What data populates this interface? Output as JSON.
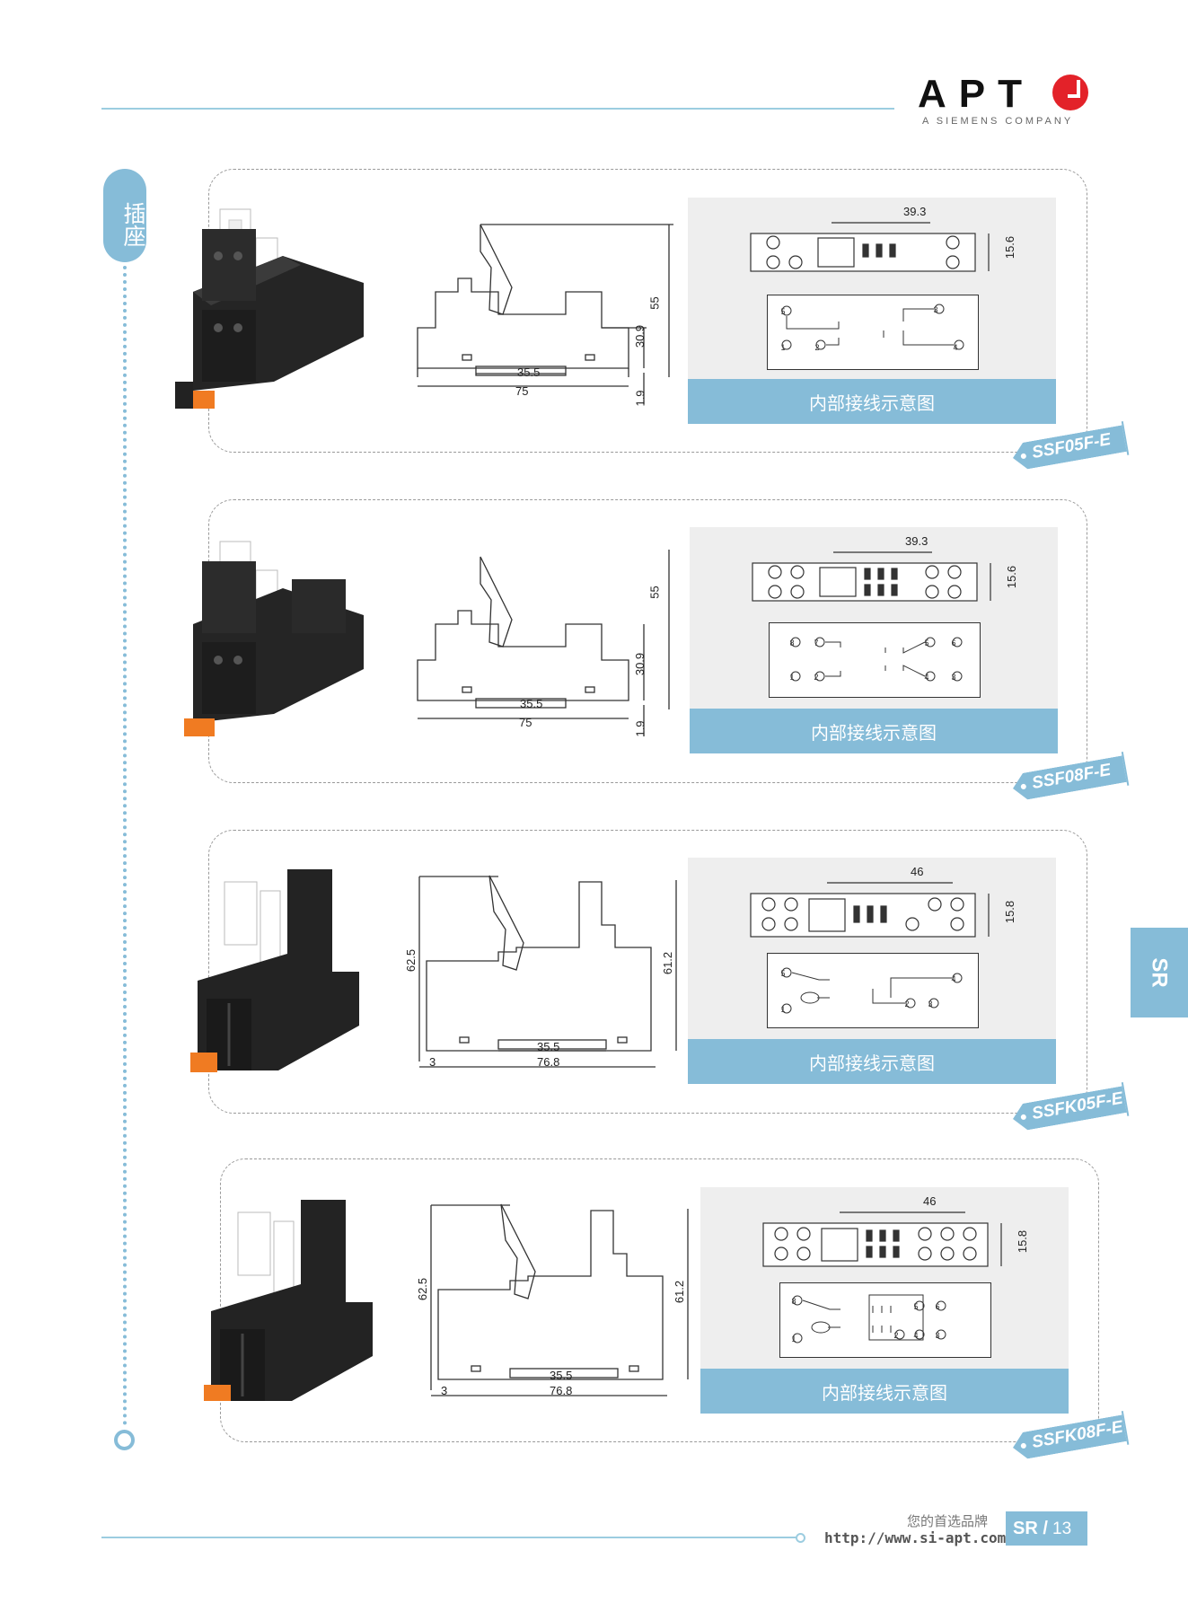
{
  "brand": {
    "logo_text": "APT",
    "tagline": "A SIEMENS COMPANY",
    "accent_color": "#86bcd8",
    "logo_color": "#e32229"
  },
  "side_tab": {
    "label": "插座"
  },
  "section_tab": {
    "label": "SR"
  },
  "products": [
    {
      "model": "SSF05F-E",
      "wiring_caption": "内部接线示意图",
      "dims": {
        "height": "55",
        "body_height": "30.9",
        "base": "1.9",
        "length": "75",
        "rail": "35.5"
      },
      "top_view": {
        "width": "39.3",
        "depth": "15.6"
      },
      "terminals": [
        "5",
        "3",
        "1",
        "2",
        "4"
      ]
    },
    {
      "model": "SSF08F-E",
      "wiring_caption": "内部接线示意图",
      "dims": {
        "height": "55",
        "body_height": "30.9",
        "base": "1.9",
        "length": "75",
        "rail": "35.5"
      },
      "top_view": {
        "width": "39.3",
        "depth": "15.6"
      },
      "terminals": [
        "8",
        "7",
        "5",
        "6",
        "1",
        "2",
        "4",
        "3"
      ]
    },
    {
      "model": "SSFK05F-E",
      "wiring_caption": "内部接线示意图",
      "dims": {
        "height": "62.5",
        "right_height": "61.2",
        "offset": "3",
        "length": "76.8",
        "rail": "35.5"
      },
      "top_view": {
        "width": "46",
        "depth": "15.8"
      },
      "terminals": [
        "5",
        "4",
        "1",
        "2",
        "3"
      ]
    },
    {
      "model": "SSFK08F-E",
      "wiring_caption": "内部接线示意图",
      "dims": {
        "height": "62.5",
        "right_height": "61.2",
        "offset": "3",
        "length": "76.8",
        "rail": "35.5"
      },
      "top_view": {
        "width": "46",
        "depth": "15.8"
      },
      "terminals": [
        "8",
        "5",
        "6",
        "1",
        "2",
        "4",
        "3"
      ]
    }
  ],
  "footer": {
    "slogan": "您的首选品牌",
    "url": "http://www.si-apt.com",
    "section": "SR /",
    "page": "13"
  }
}
